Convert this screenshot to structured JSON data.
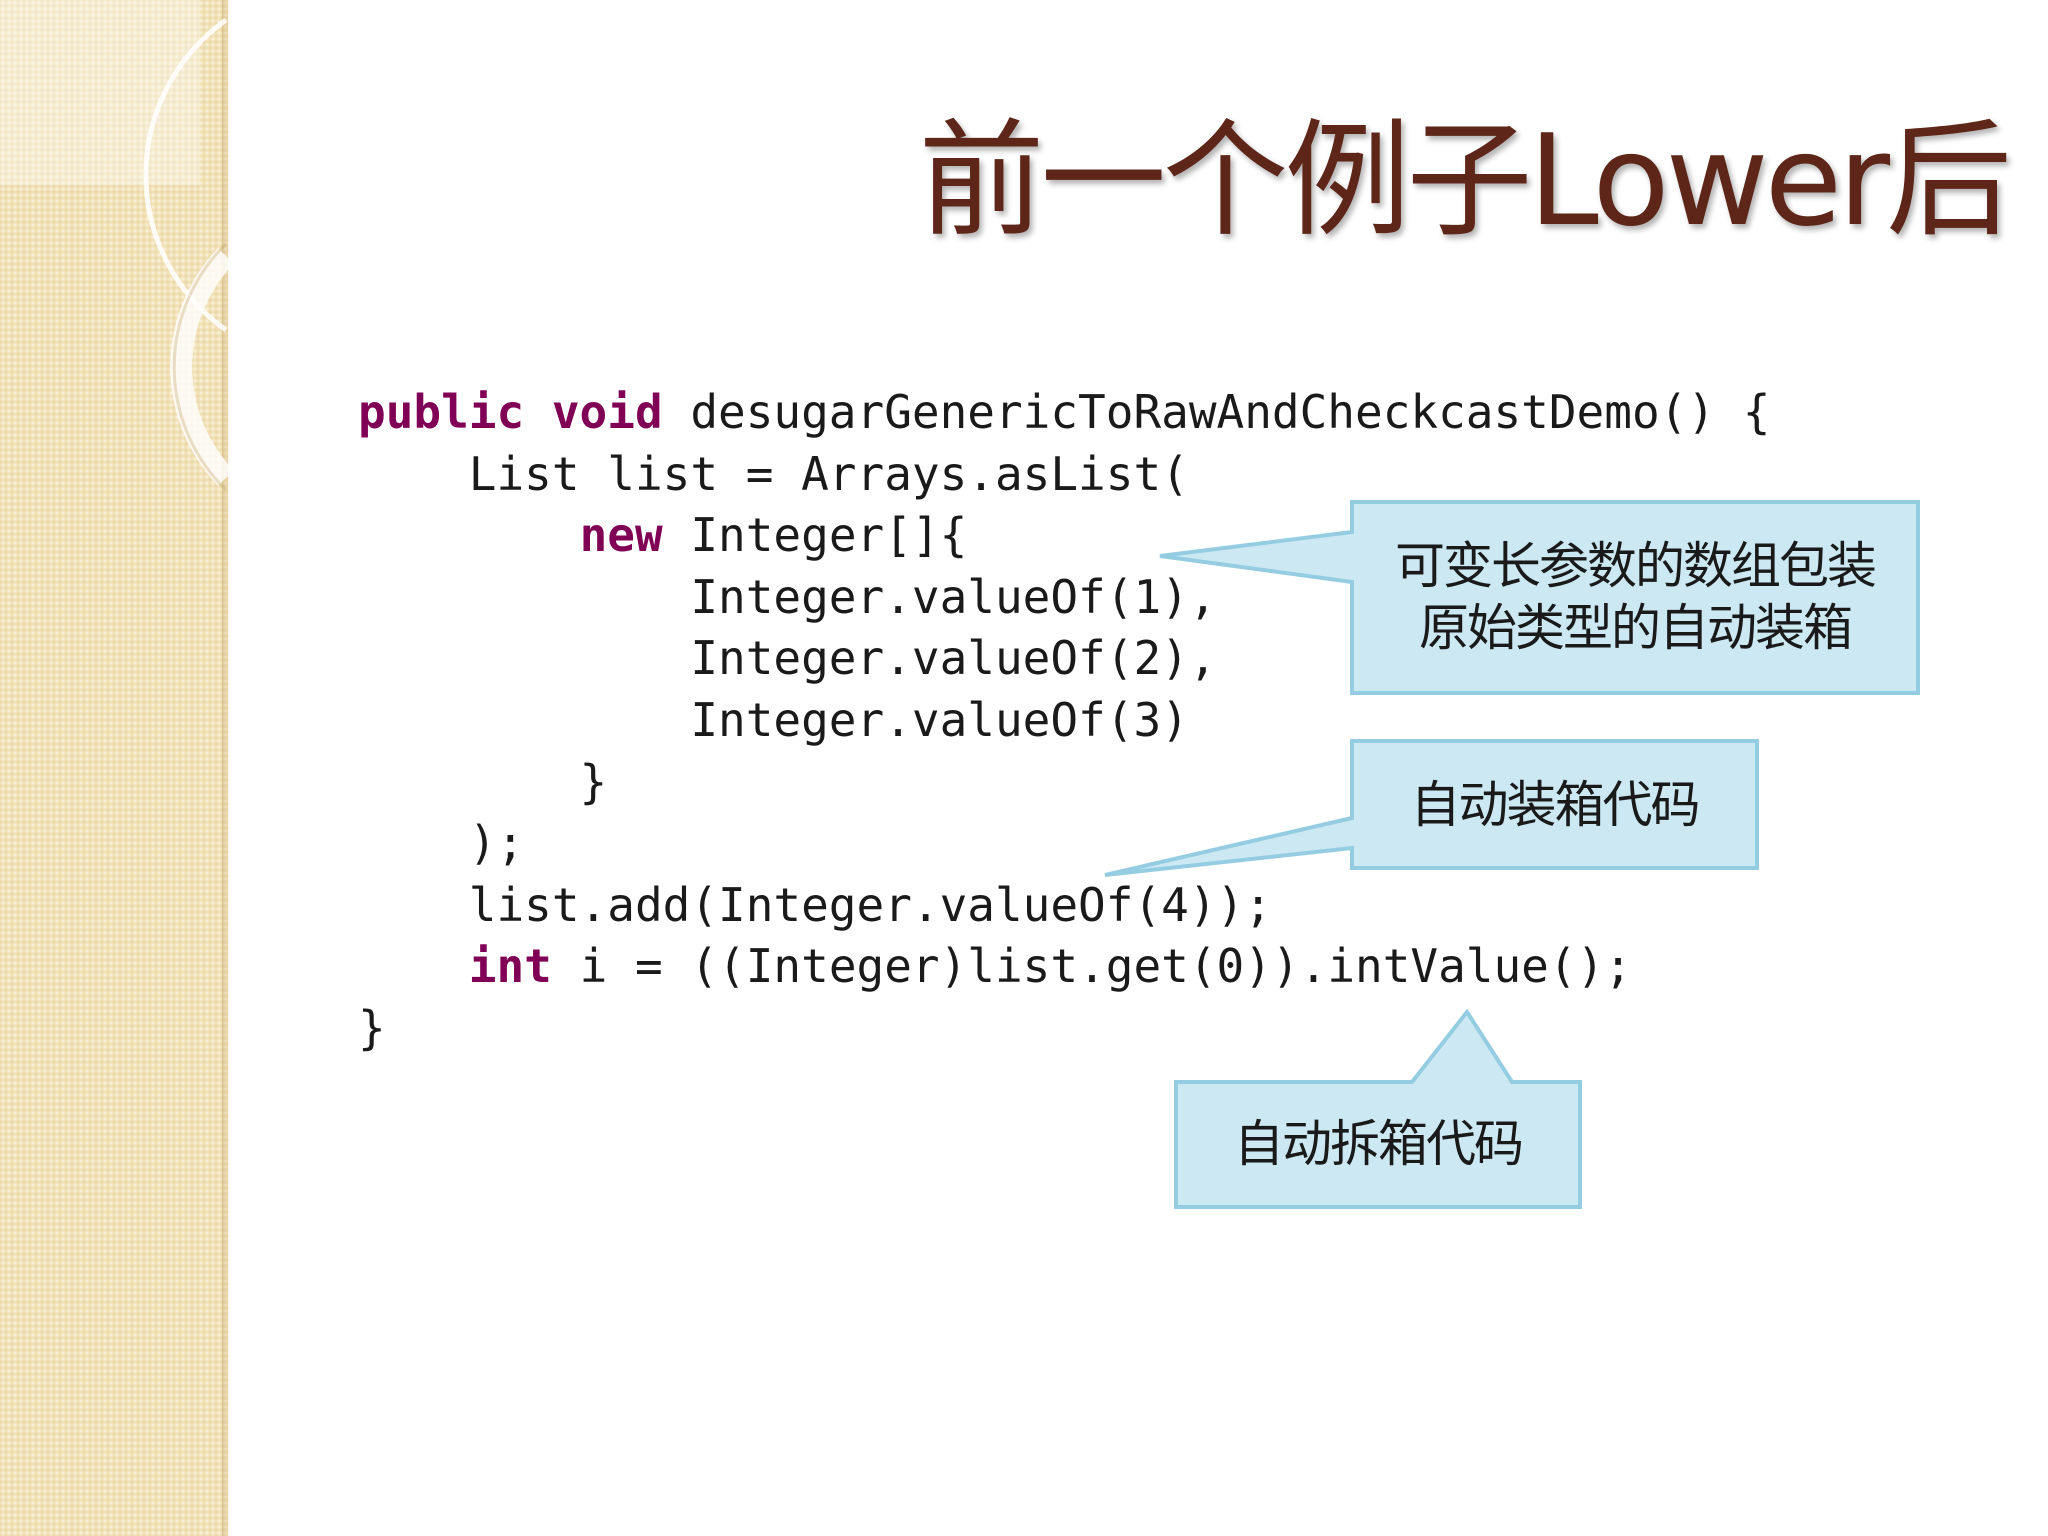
{
  "slide": {
    "title": "前一个例子Lower后",
    "code": [
      [
        {
          "t": "public void",
          "kw": true
        },
        {
          "t": " desugarGenericToRawAndCheckcastDemo() {"
        }
      ],
      [
        {
          "t": "    List list = Arrays.asList("
        }
      ],
      [
        {
          "t": "        "
        },
        {
          "t": "new",
          "kw": true
        },
        {
          "t": " Integer[]{"
        }
      ],
      [
        {
          "t": "            Integer.valueOf(1),"
        }
      ],
      [
        {
          "t": "            Integer.valueOf(2),"
        }
      ],
      [
        {
          "t": "            Integer.valueOf(3)"
        }
      ],
      [
        {
          "t": "        }"
        }
      ],
      [
        {
          "t": "    );"
        }
      ],
      [
        {
          "t": "    list.add(Integer.valueOf(4));"
        }
      ],
      [
        {
          "t": "    "
        },
        {
          "t": "int",
          "kw": true
        },
        {
          "t": " i = ((Integer)list.get(0)).intValue();"
        }
      ],
      [
        {
          "t": "}"
        }
      ]
    ],
    "callouts": {
      "varargs": "可变长参数的数组包装\n原始类型的自动装箱",
      "boxing": "自动装箱代码",
      "unboxing": "自动拆箱代码"
    }
  }
}
